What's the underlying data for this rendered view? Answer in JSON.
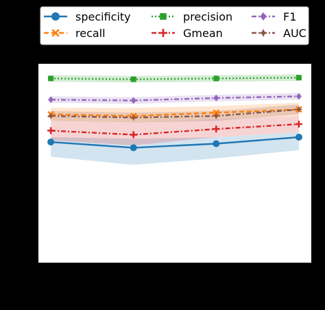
{
  "chart_data": {
    "type": "line",
    "title": "",
    "xlabel": "",
    "ylabel": "",
    "x": [
      1,
      2,
      3,
      4
    ],
    "xlim": [
      0.85,
      4.15
    ],
    "ylim": [
      0.0,
      1.22
    ],
    "grid": false,
    "legend_placement": "top, above plot, 3 columns",
    "series": [
      {
        "name": "specificity",
        "color": "#1f77b4",
        "marker": "circle",
        "dash": "solid",
        "values": [
          0.74,
          0.705,
          0.73,
          0.77
        ],
        "band_low": [
          0.65,
          0.6,
          0.64,
          0.69
        ],
        "band_high": [
          0.77,
          0.76,
          0.77,
          0.8
        ]
      },
      {
        "name": "recall",
        "color": "#ff7f0e",
        "marker": "x",
        "dash": "dashed",
        "values": [
          0.91,
          0.9,
          0.92,
          0.94
        ],
        "band_low": [
          0.87,
          0.86,
          0.88,
          0.9
        ],
        "band_high": [
          0.95,
          0.95,
          0.96,
          0.98
        ]
      },
      {
        "name": "precision",
        "color": "#2ca02c",
        "marker": "square",
        "dash": "dotted",
        "values": [
          1.13,
          1.125,
          1.13,
          1.135
        ],
        "band_low": [
          1.11,
          1.105,
          1.11,
          1.115
        ],
        "band_high": [
          1.15,
          1.145,
          1.15,
          1.155
        ]
      },
      {
        "name": "Gmean",
        "color": "#d62728",
        "marker": "plus",
        "dash": "dashdot",
        "values": [
          0.81,
          0.785,
          0.82,
          0.85
        ],
        "band_low": [
          0.75,
          0.72,
          0.77,
          0.8
        ],
        "band_high": [
          0.87,
          0.86,
          0.88,
          0.9
        ]
      },
      {
        "name": "F1",
        "color": "#9467bd",
        "marker": "diamond",
        "dash": "dashdot",
        "values": [
          1.0,
          0.995,
          1.01,
          1.02
        ],
        "band_low": [
          0.98,
          0.975,
          0.99,
          1.0
        ],
        "band_high": [
          1.02,
          1.015,
          1.03,
          1.04
        ]
      },
      {
        "name": "AUC",
        "color": "#8c564b",
        "marker": "star",
        "dash": "dashdot",
        "values": [
          0.9,
          0.89,
          0.9,
          0.94
        ],
        "band_low": [
          0.87,
          0.86,
          0.87,
          0.91
        ],
        "band_high": [
          0.93,
          0.92,
          0.93,
          0.97
        ]
      }
    ]
  }
}
